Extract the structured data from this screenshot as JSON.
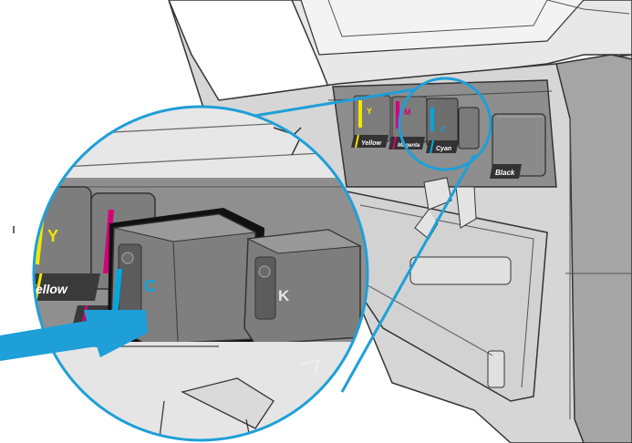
{
  "colors": {
    "yellow": "#f2e600",
    "magenta": "#d4007a",
    "cyan": "#00a8e0",
    "arrow": "#1e9fd8",
    "printer_body": "#d6d6d6",
    "printer_dark": "#9a9a9a",
    "cartridge": "#7f7f7f",
    "cartridge_dark": "#555555"
  },
  "icons": [
    "hp-logo-icon",
    "insert-arrow-icon",
    "callout-zoom-icon"
  ],
  "cartridges": {
    "yellow": {
      "letter": "Y",
      "label": "Yellow"
    },
    "magenta": {
      "letter": "M",
      "label": "Magenta"
    },
    "cyan": {
      "letter": "C",
      "label": "Cyan"
    },
    "black": {
      "letter": "K",
      "label": "Black"
    }
  }
}
